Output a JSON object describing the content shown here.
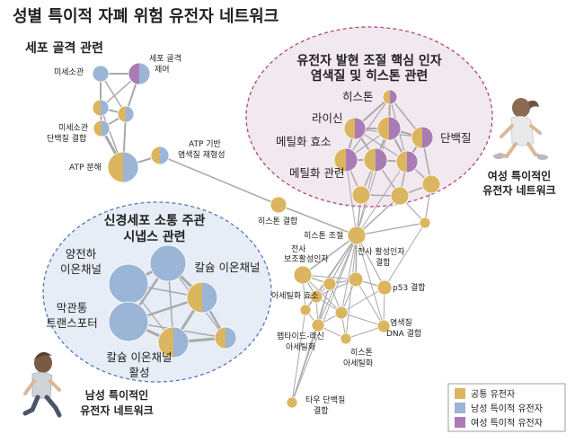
{
  "title": "성별 특이적 자폐 위험 유전자 네트워크",
  "colors": {
    "common": "#dcb560",
    "male": "#9bb5d6",
    "female": "#a97cb6",
    "edge": "#a9a9a9",
    "female_region": "#f2e8ef",
    "male_region": "#e6edf6",
    "female_border": "#b04878",
    "male_border": "#5577bb"
  },
  "regions": {
    "cytoskeleton": "세포 골격 관련",
    "nuclear_line1": "유전자 발현 조절 핵심 인자",
    "nuclear_line2": "염색질 및 히스톤 관련",
    "synapse_line1": "신경세포 소통 주관",
    "synapse_line2": "시냅스 관련"
  },
  "labels": {
    "microtubule": "미세소관",
    "cyto_control_1": "세포 골격",
    "cyto_control_2": "제어",
    "mt_binding_1": "미세소관",
    "mt_binding_2": "단백질 결합",
    "atp_hydrolysis": "ATP 분해",
    "atp_remodel_1": "ATP 기반",
    "atp_remodel_2": "염색질 재형성",
    "histone": "히스톤",
    "lysine": "라이신",
    "methylase": "메틸화 효소",
    "methylation": "메틸화 관련",
    "protein": "단백질",
    "histone_binding": "히스톤 결합",
    "histone_reg": "히스톤 조절",
    "coactivator_1": "전사",
    "coactivator_2": "보조활성인자",
    "activator_1": "전사 활성인자",
    "activator_2": "결합",
    "acetylase": "아세틸화 효소",
    "p53": "p53 결합",
    "chromatin_dna_1": "염색질",
    "chromatin_dna_2": "DNA 결합",
    "peptidyl_1": "펩타이드-라신",
    "peptidyl_2": "아세틸화",
    "histone_acet_1": "히스톤",
    "histone_acet_2": "아세틸화",
    "tau_1": "타우 단백질",
    "tau_2": "결합",
    "anion_1": "양전하",
    "anion_2": "이온채널",
    "transporter_1": "막관통",
    "transporter_2": "트랜스포터",
    "calcium_channel": "칼슘 이온채널",
    "calcium_act_1": "칼슘 이온채널",
    "calcium_act_2": "활성"
  },
  "figures": {
    "female_1": "여성 특이적인",
    "female_2": "유전자 네트워크",
    "male_1": "남성 특이적인",
    "male_2": "유전자 네트워크"
  },
  "legend": {
    "common": "공통 유전자",
    "male": "남성 특이적 유전자",
    "female": "여성 특이적 유전자"
  }
}
